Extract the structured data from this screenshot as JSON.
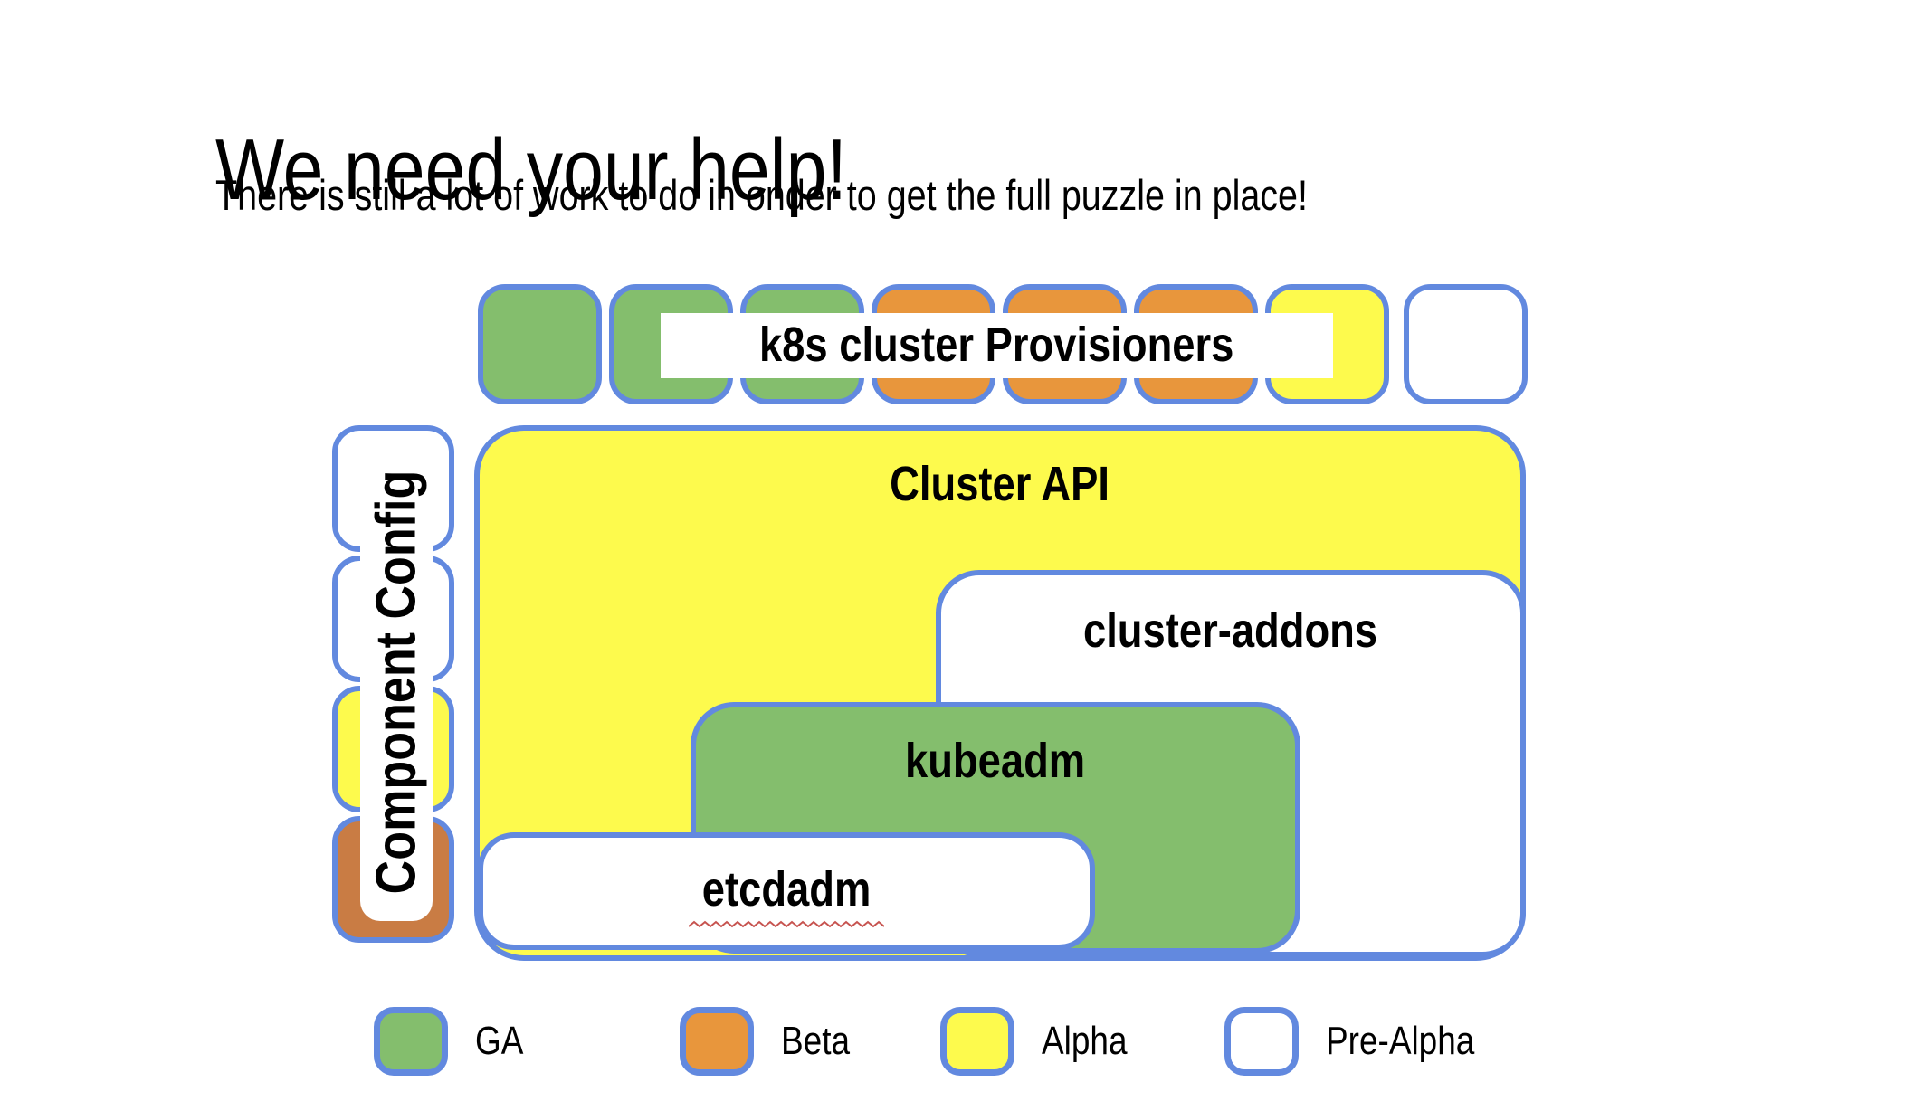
{
  "slide": {
    "title": "We need your help!",
    "subtitle": "There is still a lot of work to do in onder to get the full puzzle in place!"
  },
  "colors": {
    "ga": "#84BE6D",
    "beta": "#E8963C",
    "beta_dark": "#C97C44",
    "alpha": "#FDFA4D",
    "pre_alpha": "#FFFFFF",
    "border": "#6289DF",
    "squiggle": "#C75450"
  },
  "provisioners_row": {
    "label": "k8s cluster Provisioners",
    "squares": [
      "ga",
      "ga",
      "ga",
      "beta",
      "beta",
      "beta",
      "alpha",
      "pre_alpha"
    ]
  },
  "component_config": {
    "label": "Component Config",
    "squares": [
      "pre_alpha",
      "pre_alpha",
      "alpha",
      "beta_dark"
    ]
  },
  "puzzle_boxes": {
    "cluster_api": {
      "label": "Cluster API",
      "status": "alpha"
    },
    "cluster_addons": {
      "label": "cluster-addons",
      "status": "pre_alpha"
    },
    "kubeadm": {
      "label": "kubeadm",
      "status": "ga"
    },
    "etcdadm": {
      "label": "etcdadm",
      "status": "pre_alpha"
    }
  },
  "legend": {
    "items": [
      {
        "label": "GA",
        "color": "ga"
      },
      {
        "label": "Beta",
        "color": "beta"
      },
      {
        "label": "Alpha",
        "color": "alpha"
      },
      {
        "label": "Pre-Alpha",
        "color": "pre_alpha"
      }
    ]
  }
}
